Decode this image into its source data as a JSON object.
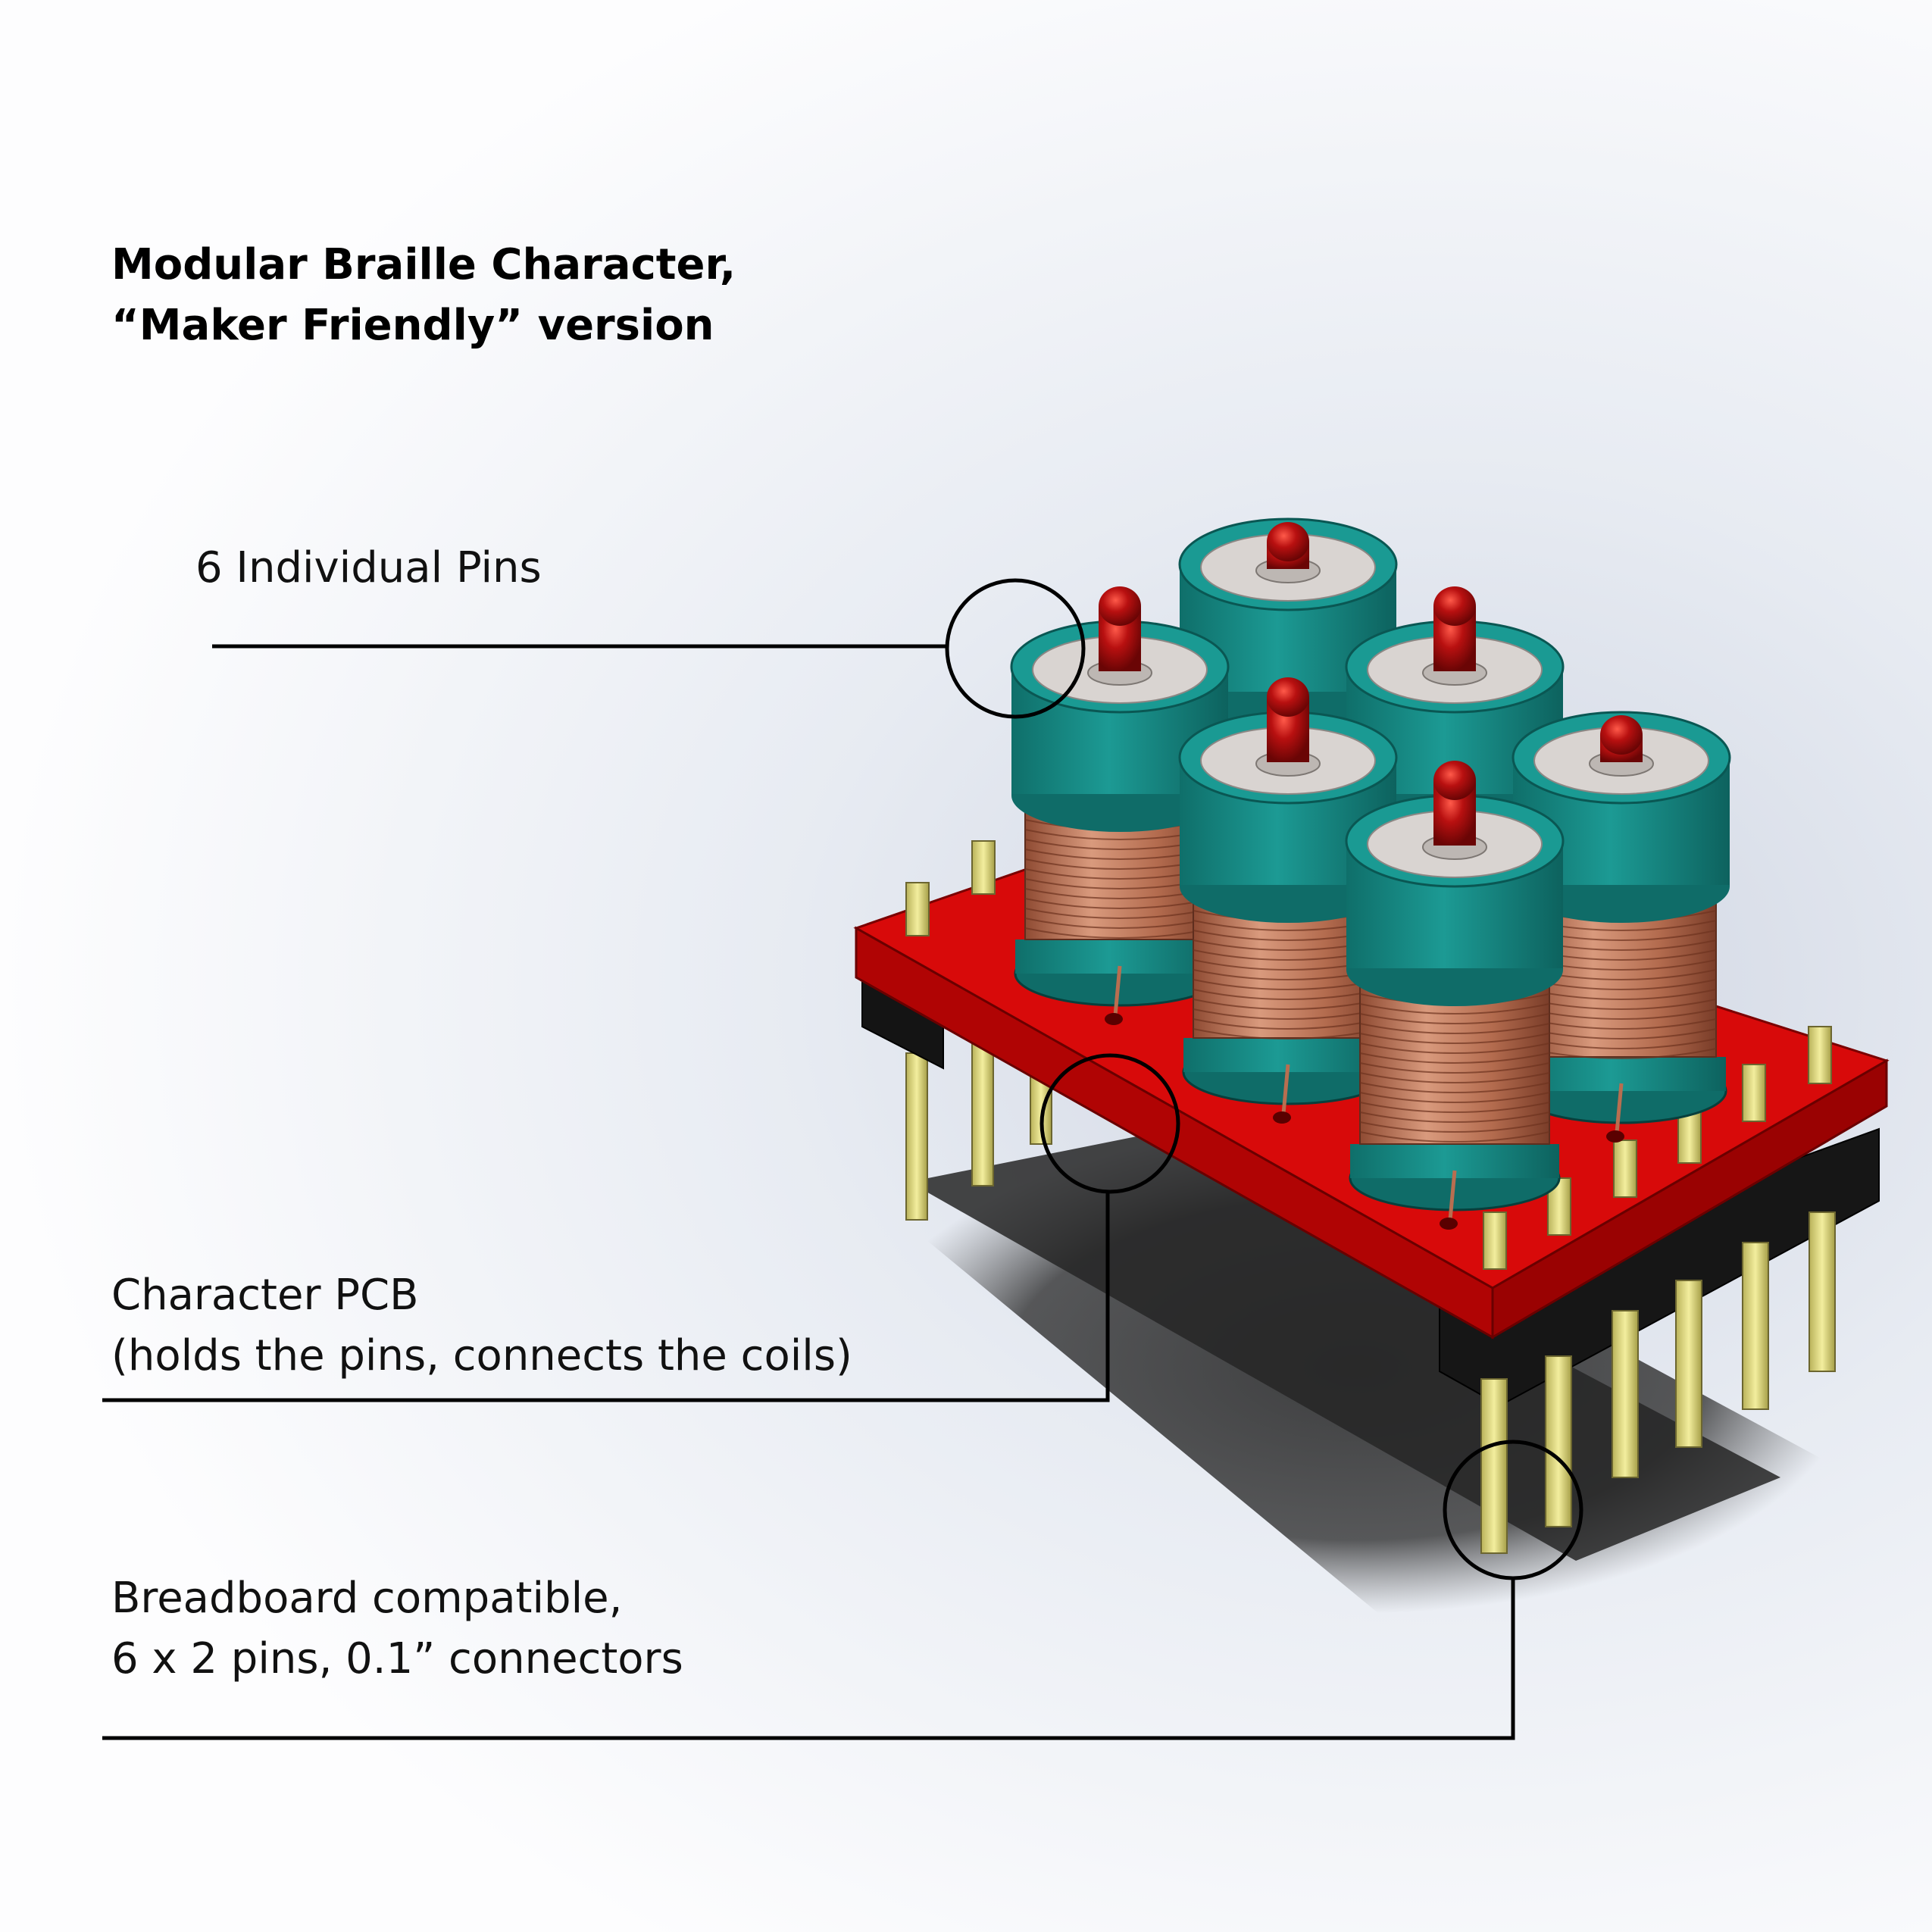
{
  "title": {
    "line1": "Modular Braille Character,",
    "line2": "“Maker Friendly” version"
  },
  "callouts": {
    "pins": {
      "text": "6 Individual Pins"
    },
    "pcb": {
      "line1": "Character PCB",
      "line2": "(holds the pins, connects the coils)"
    },
    "connector": {
      "line1": "Breadboard compatible,",
      "line2": "6 x 2 pins, 0.1” connectors"
    }
  },
  "colors": {
    "pcb": "#d80a0a",
    "pcb_side": "#a50000",
    "bobbin": "#178b86",
    "bobbin_dark": "#0f6c68",
    "coil": "#b86e50",
    "coil_line": "#7a3f2a",
    "pin_tip": "#a80d0d",
    "washer": "#d8d3d0",
    "header_pin": "#e6df86",
    "header_body": "#141414",
    "callout_line": "#000000"
  }
}
